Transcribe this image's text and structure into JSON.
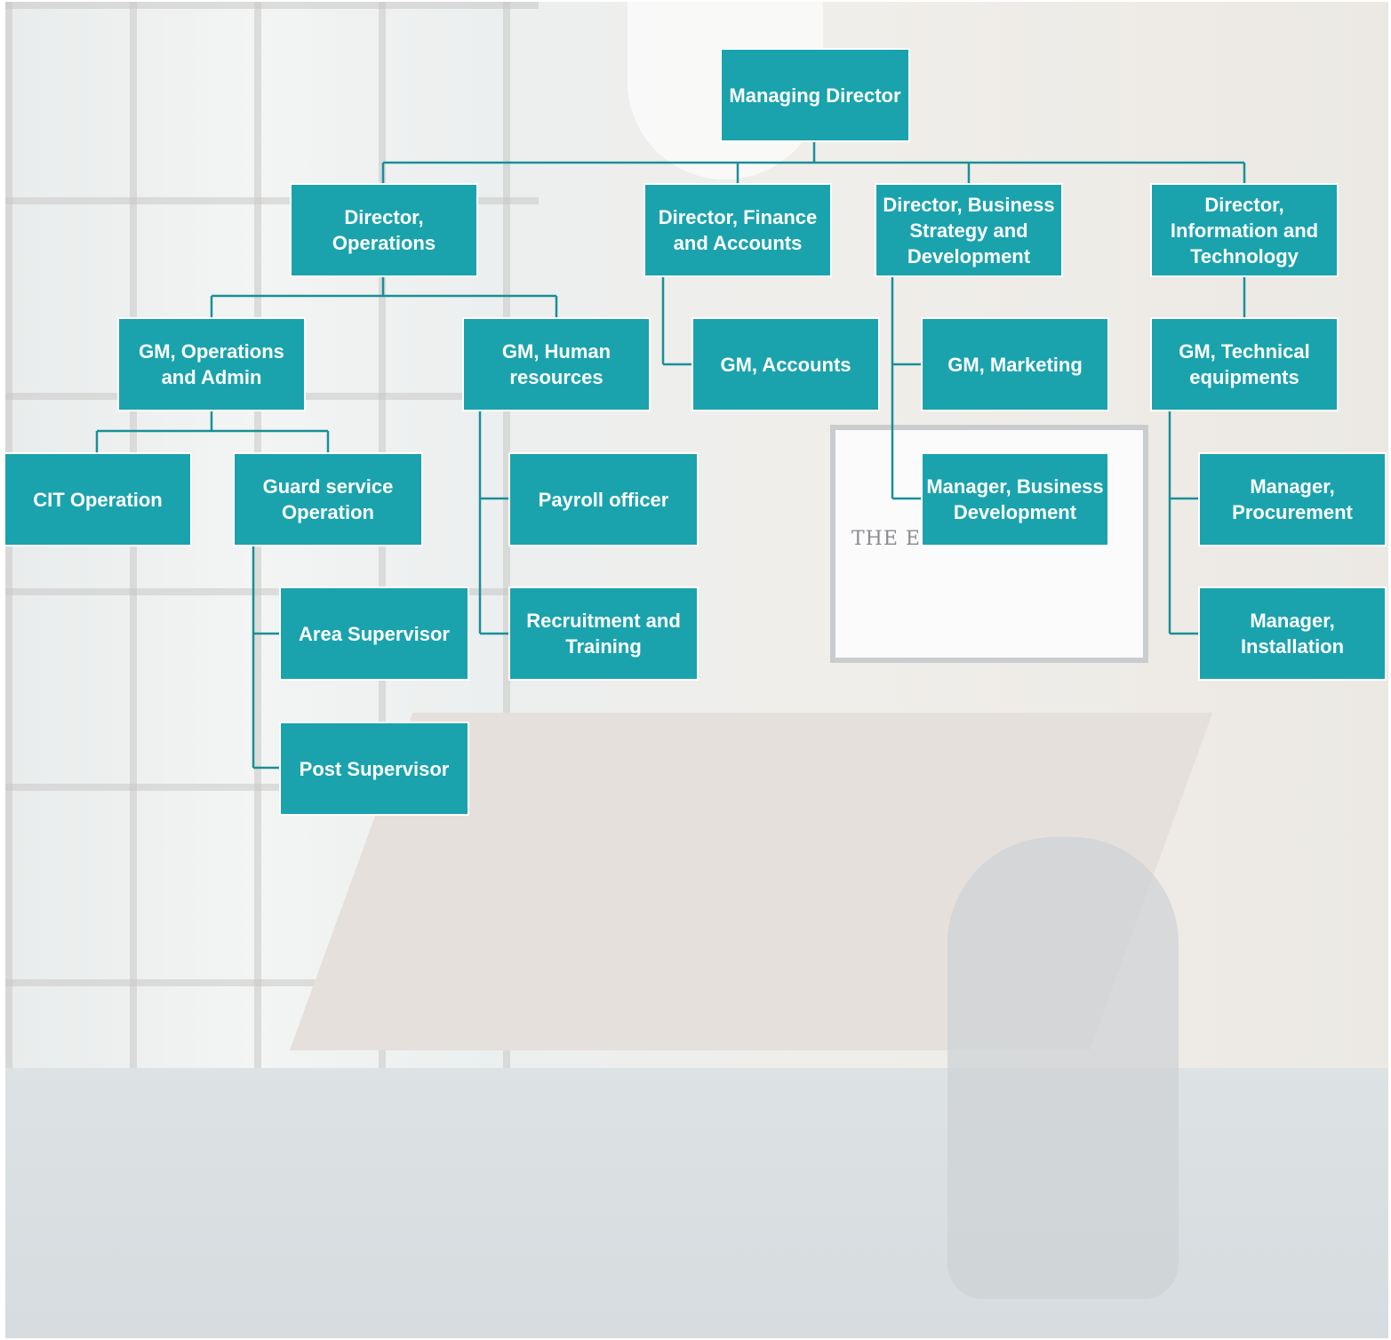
{
  "chart": {
    "accent_color": "#1aa3ad",
    "line_color": "#1a8f98",
    "background_lettering": "THE EXE",
    "nodes": [
      {
        "id": "md",
        "label": "Managing Director"
      },
      {
        "id": "dir_ops",
        "label": "Director, Operations"
      },
      {
        "id": "dir_fin",
        "label": "Director, Finance and Accounts"
      },
      {
        "id": "dir_bsd",
        "label": "Director, Business Strategy and Development"
      },
      {
        "id": "dir_it",
        "label": "Director, Information and Technology"
      },
      {
        "id": "gm_ops",
        "label": "GM, Operations and Admin"
      },
      {
        "id": "gm_hr",
        "label": "GM, Human resources"
      },
      {
        "id": "gm_acc",
        "label": "GM, Accounts"
      },
      {
        "id": "gm_mkt",
        "label": "GM, Marketing"
      },
      {
        "id": "gm_tech",
        "label": "GM, Technical equipments"
      },
      {
        "id": "cit",
        "label": "CIT Operation"
      },
      {
        "id": "guard",
        "label": "Guard service Operation"
      },
      {
        "id": "payroll",
        "label": "Payroll officer"
      },
      {
        "id": "mgr_bd",
        "label": "Manager, Business Development"
      },
      {
        "id": "mgr_proc",
        "label": "Manager, Procurement"
      },
      {
        "id": "area_sup",
        "label": "Area Supervisor"
      },
      {
        "id": "recruit",
        "label": "Recruitment and Training"
      },
      {
        "id": "mgr_inst",
        "label": "Manager, Installation"
      },
      {
        "id": "post_sup",
        "label": "Post Supervisor"
      }
    ]
  }
}
